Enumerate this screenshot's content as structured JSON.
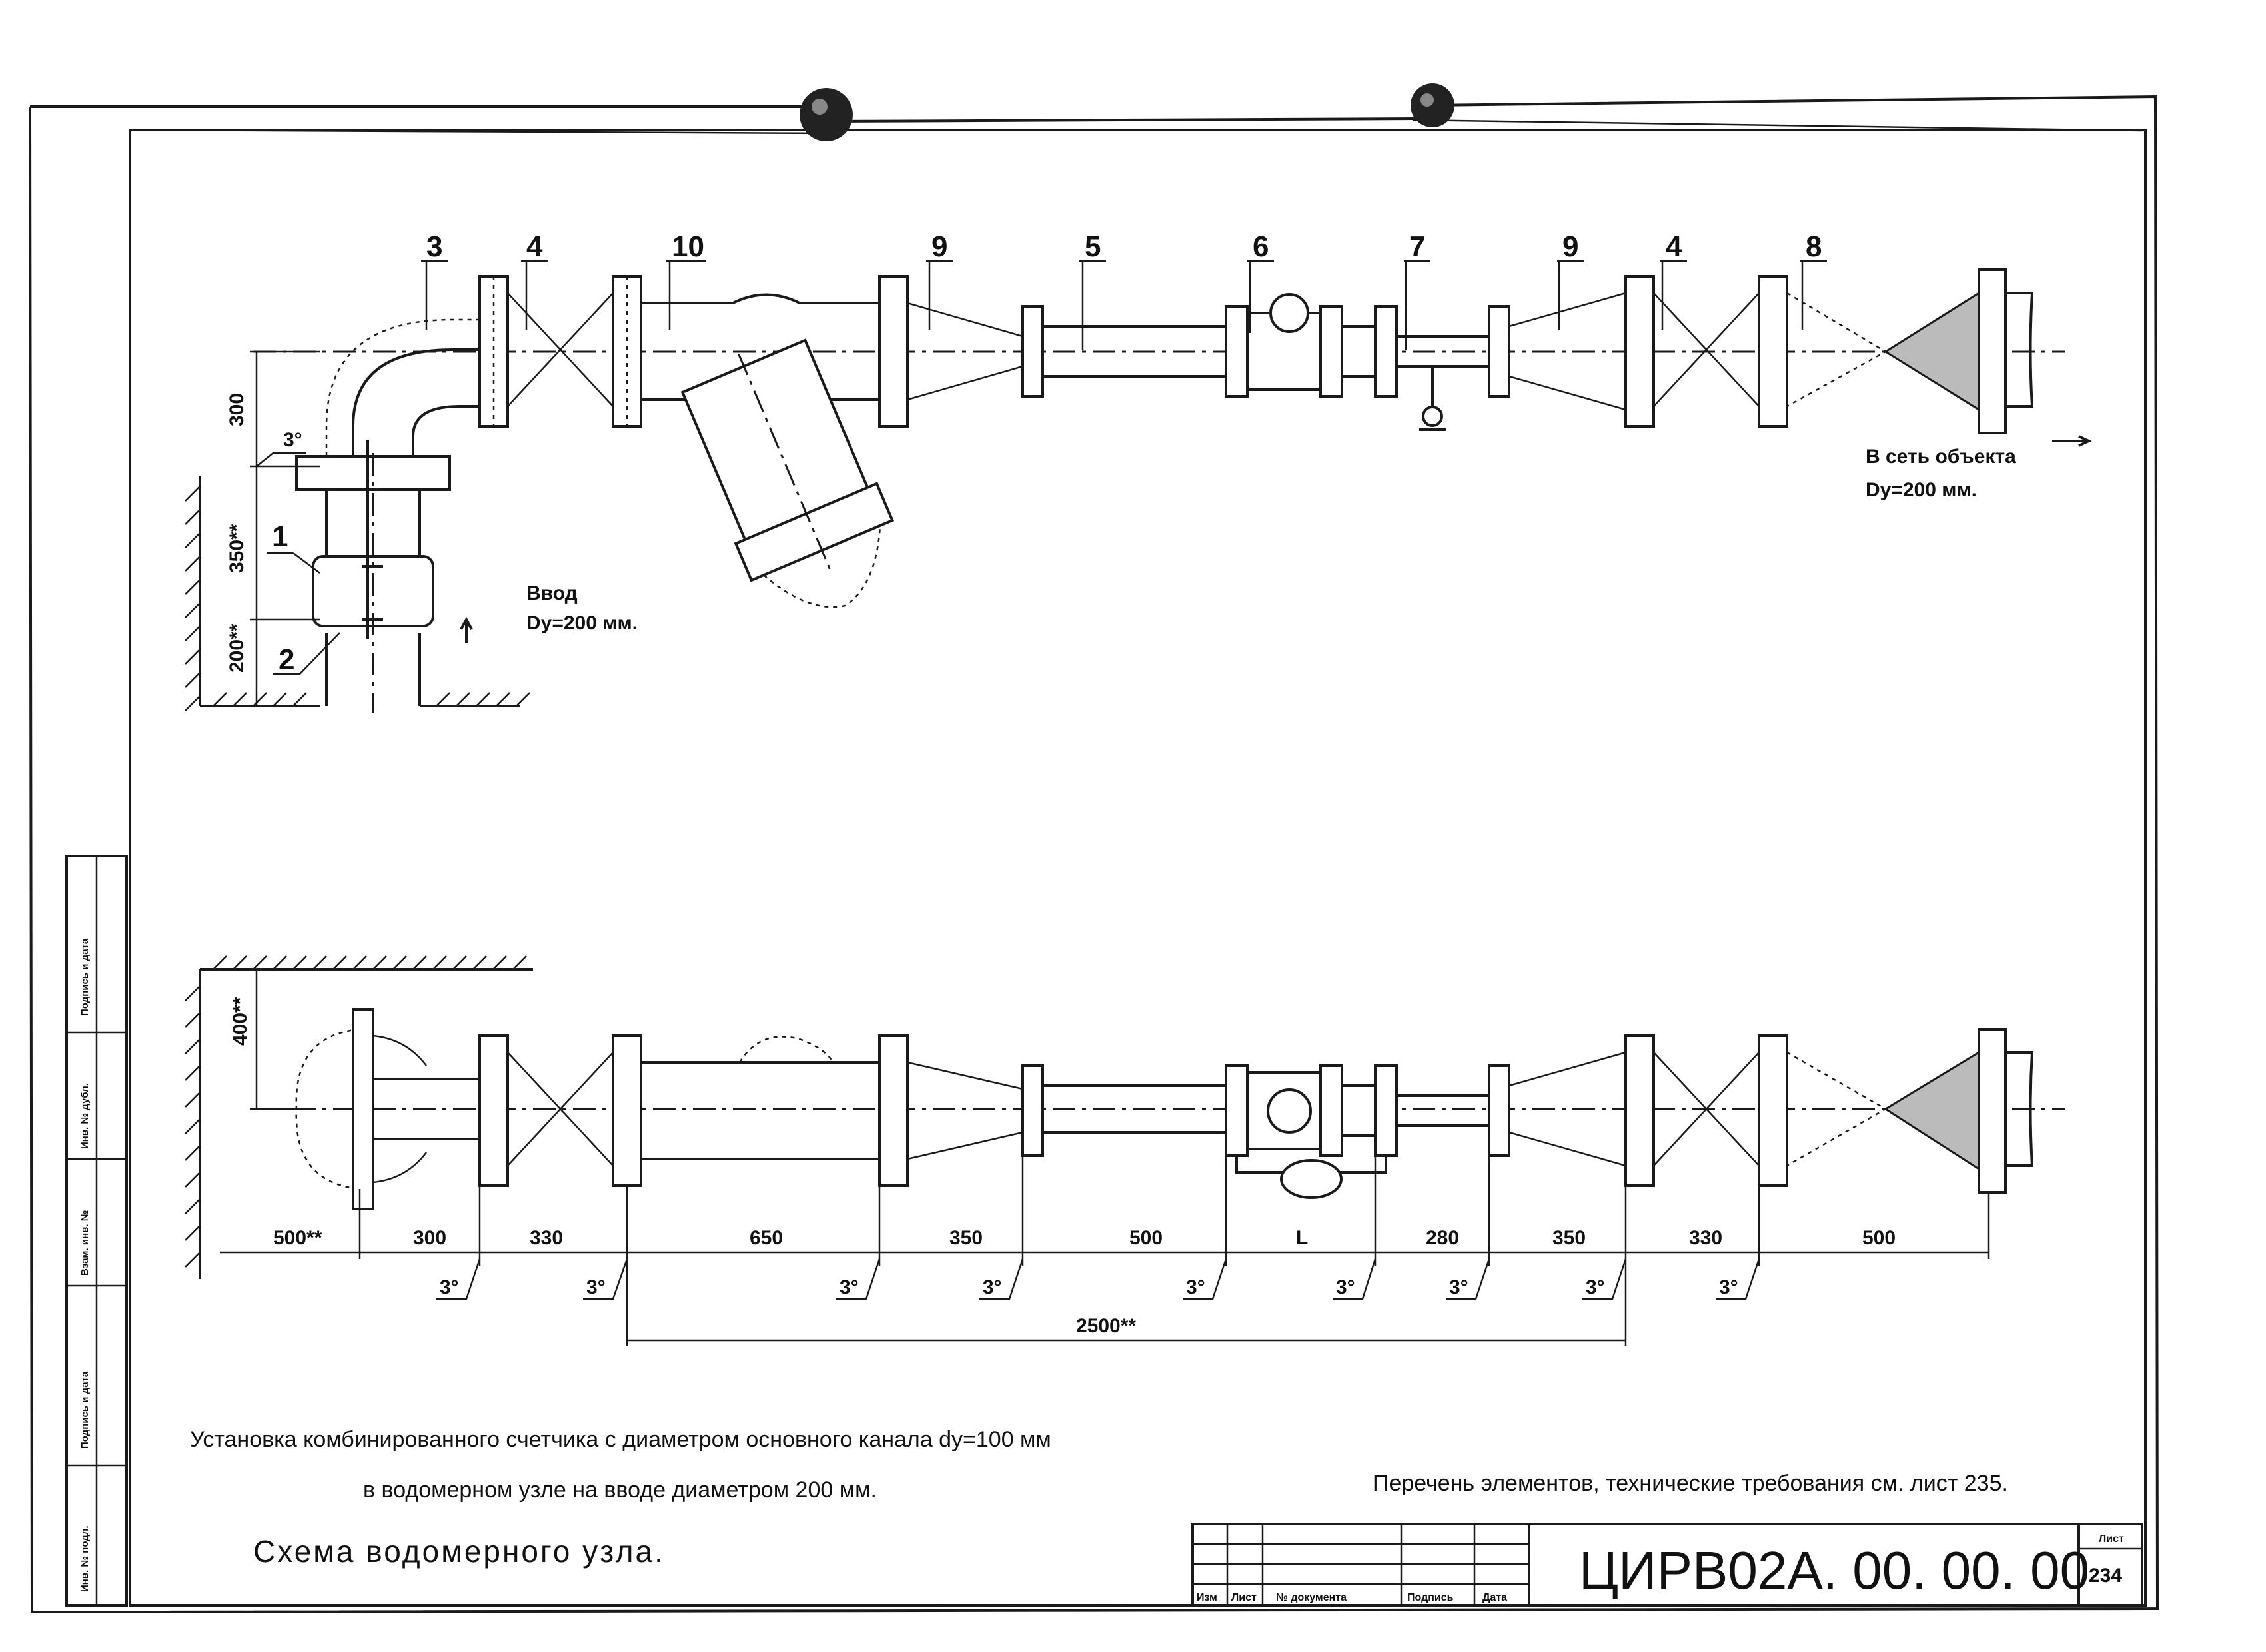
{
  "callouts": [
    "1",
    "2",
    "3",
    "4",
    "10",
    "9",
    "5",
    "6",
    "7",
    "9",
    "4",
    "8",
    "3°"
  ],
  "notes": {
    "inlet_title": "Ввод",
    "inlet_size": "Dy=200 мм.",
    "outlet_title": "В сеть объекта",
    "outlet_size": "Dy=200 мм."
  },
  "top_dims": [
    "300",
    "350**",
    "200**"
  ],
  "side_dim": "400**",
  "bottom_dims": [
    "500**",
    "300",
    "330",
    "650",
    "350",
    "500",
    "L",
    "280",
    "350",
    "330",
    "500"
  ],
  "overall_dim": "2500**",
  "angle_mark": "3°",
  "caption_line1": "Установка комбинированного счетчика с диаметром основного канала dy=100 мм",
  "caption_line2": "в водомерном узле на вводе диаметром 200 мм.",
  "reference": "Перечень элементов, технические требования см. лист 235.",
  "scheme_title": "Схема водомерного узла.",
  "stamp_headers": [
    "Изм",
    "Лист",
    "№ документа",
    "Подпись",
    "Дата"
  ],
  "doc_code": "ЦИРВ02А. 00. 00. 00",
  "sheet_label": "Лист",
  "sheet_number": "234",
  "side_strip": [
    "Подпись и дата",
    "Инв. № дубл.",
    "Взам. инв. №",
    "Подпись и дата",
    "Инв. № подл."
  ]
}
